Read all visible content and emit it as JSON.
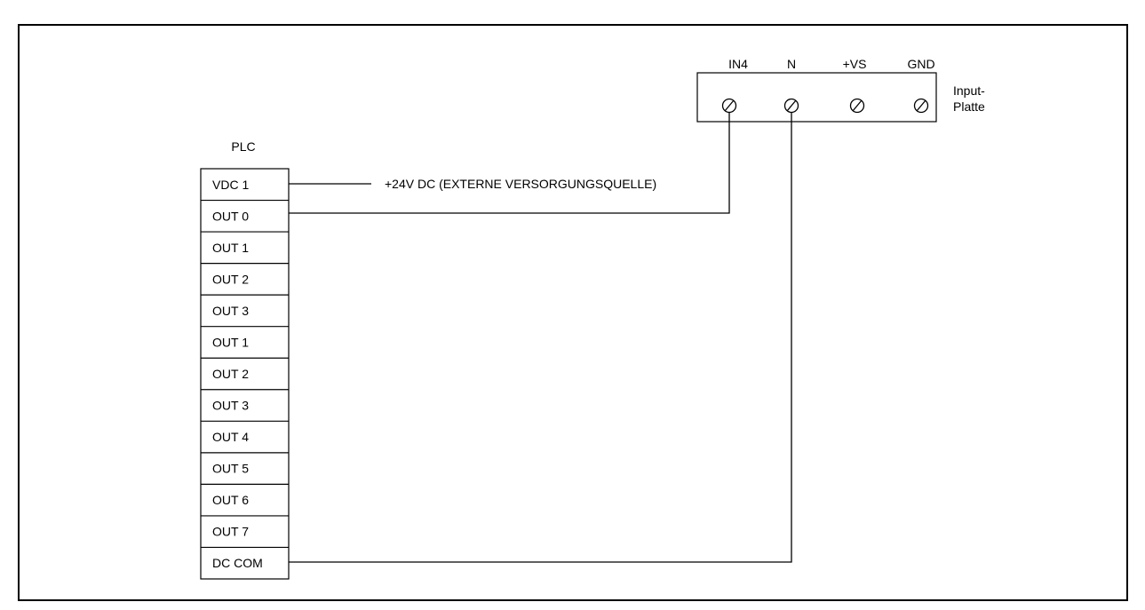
{
  "plc": {
    "title": "PLC",
    "rows": [
      "VDC 1",
      "OUT 0",
      "OUT 1",
      "OUT 2",
      "OUT 3",
      "OUT 1",
      "OUT 2",
      "OUT 3",
      "OUT 4",
      "OUT 5",
      "OUT 6",
      "OUT 7",
      "DC COM"
    ]
  },
  "input_plate": {
    "label_line1": "Input-",
    "label_line2": "Platte",
    "terminals": [
      "IN4",
      "N",
      "+VS",
      "GND"
    ]
  },
  "supply_label": "+24V DC  (EXTERNE VERSORGUNGSQUELLE)"
}
